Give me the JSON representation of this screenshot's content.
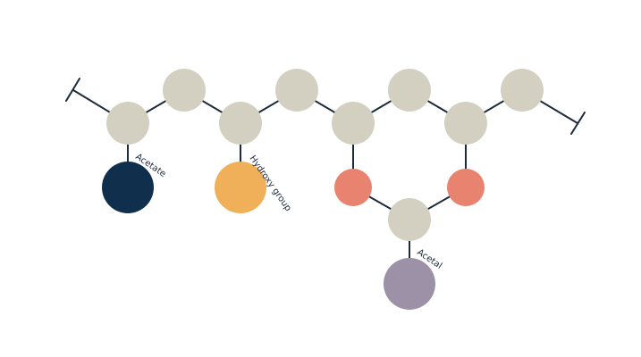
{
  "colors": {
    "backbone": "#d3cfc1",
    "bond": "#1d2a3a",
    "acetate": "#0f2f4c",
    "hydroxy": "#f0b05a",
    "oxygen": "#e8836f",
    "acetal": "#9d91a8"
  },
  "labels": {
    "acetate": "Acetate",
    "hydroxy": "Hydroxy group",
    "acetal": "Acetal"
  }
}
